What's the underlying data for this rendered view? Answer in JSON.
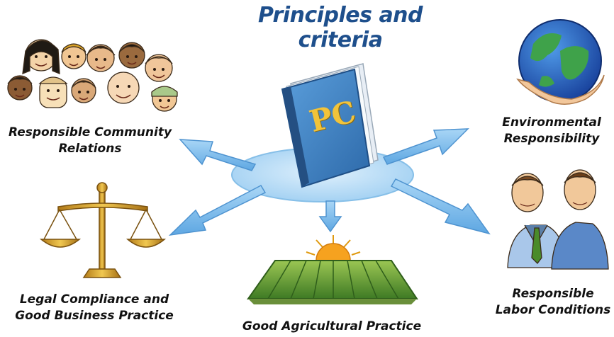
{
  "title": "Principles and criteria",
  "book": {
    "label": "PC"
  },
  "nodes": {
    "community": {
      "line1": "Responsible Community",
      "line2": "Relations",
      "icon": "people-faces-icon"
    },
    "legal": {
      "line1": "Legal Compliance and",
      "line2": "Good Business Practice",
      "icon": "scales-of-justice-icon"
    },
    "gap": {
      "line1": "Good Agricultural Practice",
      "icon": "farm-field-sunrise-icon"
    },
    "environment": {
      "line1": "Environmental",
      "line2": "Responsibility",
      "icon": "globe-in-hands-icon"
    },
    "labor": {
      "line1": "Responsible",
      "line2": "Labor Conditions",
      "icon": "workers-icon"
    }
  },
  "colors": {
    "title": "#1e4f8c",
    "arrow": "#6fb4e8",
    "arrow_stroke": "#3f86c8",
    "book": "#3f7fc1",
    "book_letters": "#f2c33a"
  }
}
